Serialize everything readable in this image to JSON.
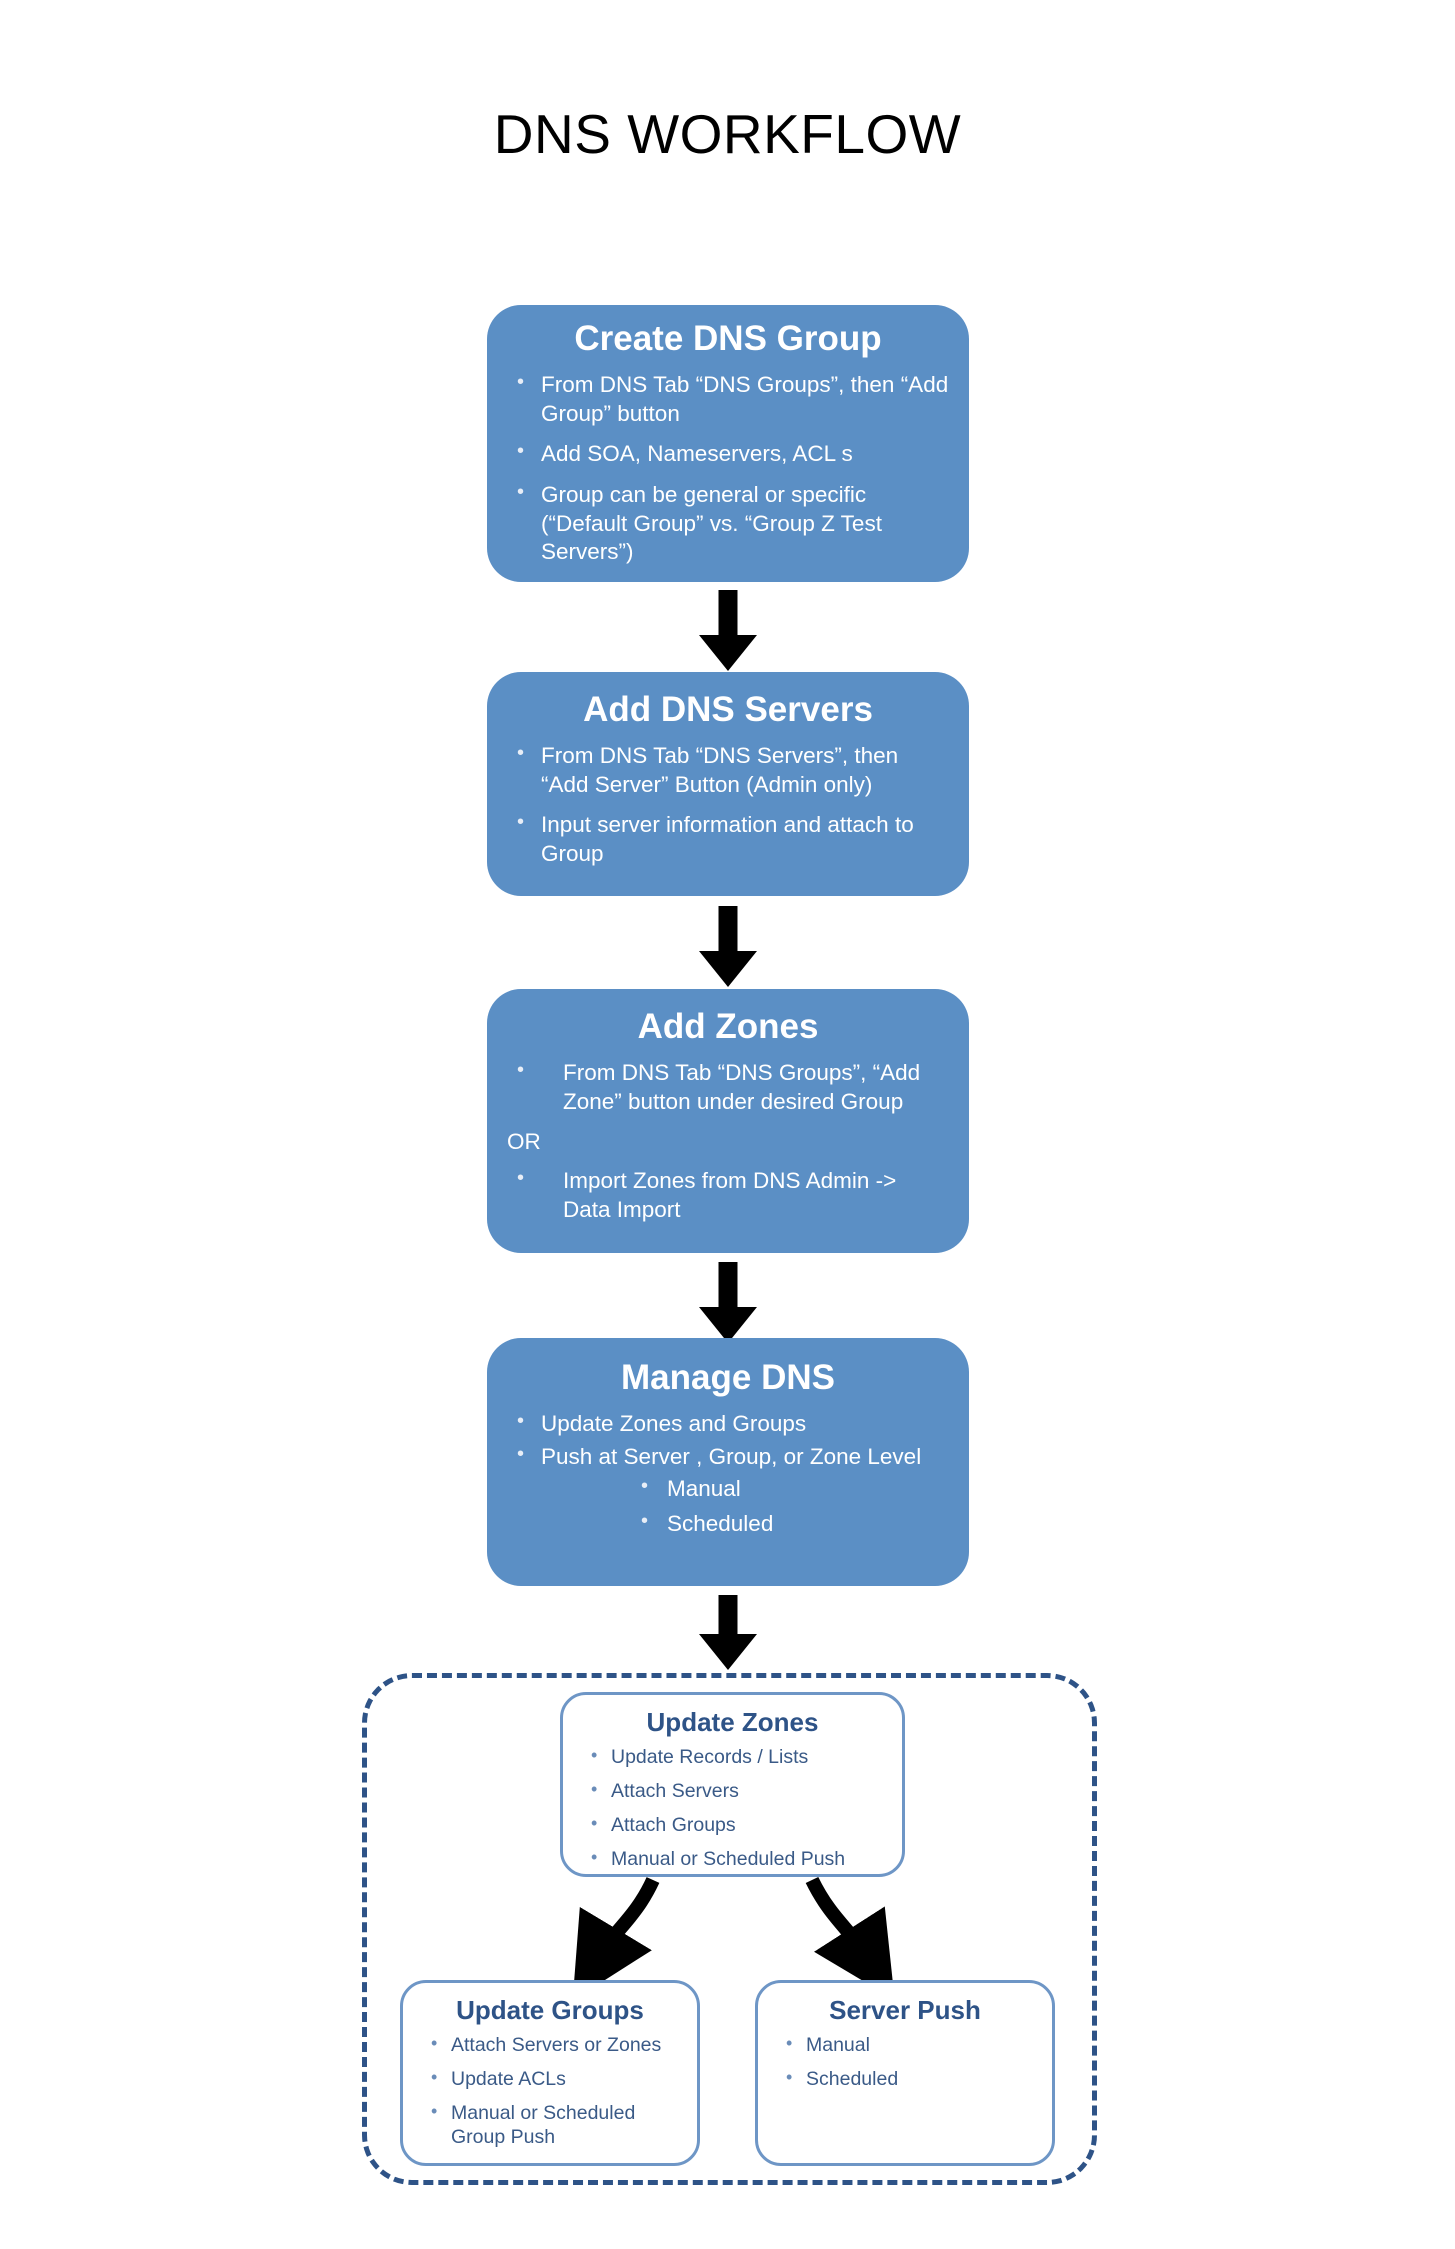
{
  "page": {
    "title": "DNS WORKFLOW",
    "background_color": "#ffffff",
    "accent_blue": "#5B8FC5",
    "outline_blue": "#6E96C6",
    "dashed_navy": "#2E5387",
    "text_on_blue": "#ffffff",
    "arrow_color": "#000000"
  },
  "diagram": {
    "type": "flowchart",
    "steps": [
      {
        "id": "create-dns-group",
        "title": "Create DNS Group",
        "style": "filled",
        "bullets": [
          "From DNS Tab “DNS Groups”, then “Add Group” button",
          "Add SOA, Nameservers, ACL s",
          "Group can be general or specific (“Default Group” vs. “Group Z Test Servers”)"
        ]
      },
      {
        "id": "add-dns-servers",
        "title": "Add DNS Servers",
        "style": "filled",
        "bullets": [
          "From DNS Tab “DNS Servers”, then “Add Server” Button (Admin only)",
          "Input server information and attach to Group"
        ]
      },
      {
        "id": "add-zones",
        "title": "Add  Zones",
        "style": "filled",
        "bullets": [
          "From DNS Tab “DNS Groups”, “Add Zone” button under desired Group",
          "OR",
          "Import Zones from DNS Admin -> Data Import"
        ]
      },
      {
        "id": "manage-dns",
        "title": "Manage DNS",
        "style": "filled",
        "bullets": [
          "Update Zones and Groups",
          "Push at Server , Group, or Zone Level",
          "Manual",
          "Scheduled"
        ]
      }
    ],
    "group_container": {
      "id": "manage-detail-group",
      "border_style": "dashed",
      "boxes": [
        {
          "id": "update-zones",
          "title": "Update Zones",
          "style": "outline",
          "bullets": [
            "Update Records / Lists",
            "Attach Servers",
            "Attach Groups",
            "Manual or Scheduled Push"
          ]
        },
        {
          "id": "update-groups",
          "title": "Update Groups",
          "style": "outline",
          "bullets": [
            "Attach Servers or Zones",
            "Update ACLs",
            "Manual or Scheduled Group Push"
          ]
        },
        {
          "id": "server-push",
          "title": "Server Push",
          "style": "outline",
          "bullets": [
            "Manual",
            "Scheduled"
          ]
        }
      ]
    },
    "connectors": [
      {
        "id": "arrow-1",
        "from": "create-dns-group",
        "to": "add-dns-servers",
        "shape": "straight-down"
      },
      {
        "id": "arrow-2",
        "from": "add-dns-servers",
        "to": "add-zones",
        "shape": "straight-down"
      },
      {
        "id": "arrow-3",
        "from": "add-zones",
        "to": "manage-dns",
        "shape": "straight-down"
      },
      {
        "id": "arrow-4",
        "from": "manage-dns",
        "to": "update-zones",
        "shape": "straight-down"
      },
      {
        "id": "arrow-5",
        "from": "update-zones",
        "to": "update-groups",
        "shape": "curved-left"
      },
      {
        "id": "arrow-6",
        "from": "update-zones",
        "to": "server-push",
        "shape": "curved-right"
      }
    ]
  }
}
